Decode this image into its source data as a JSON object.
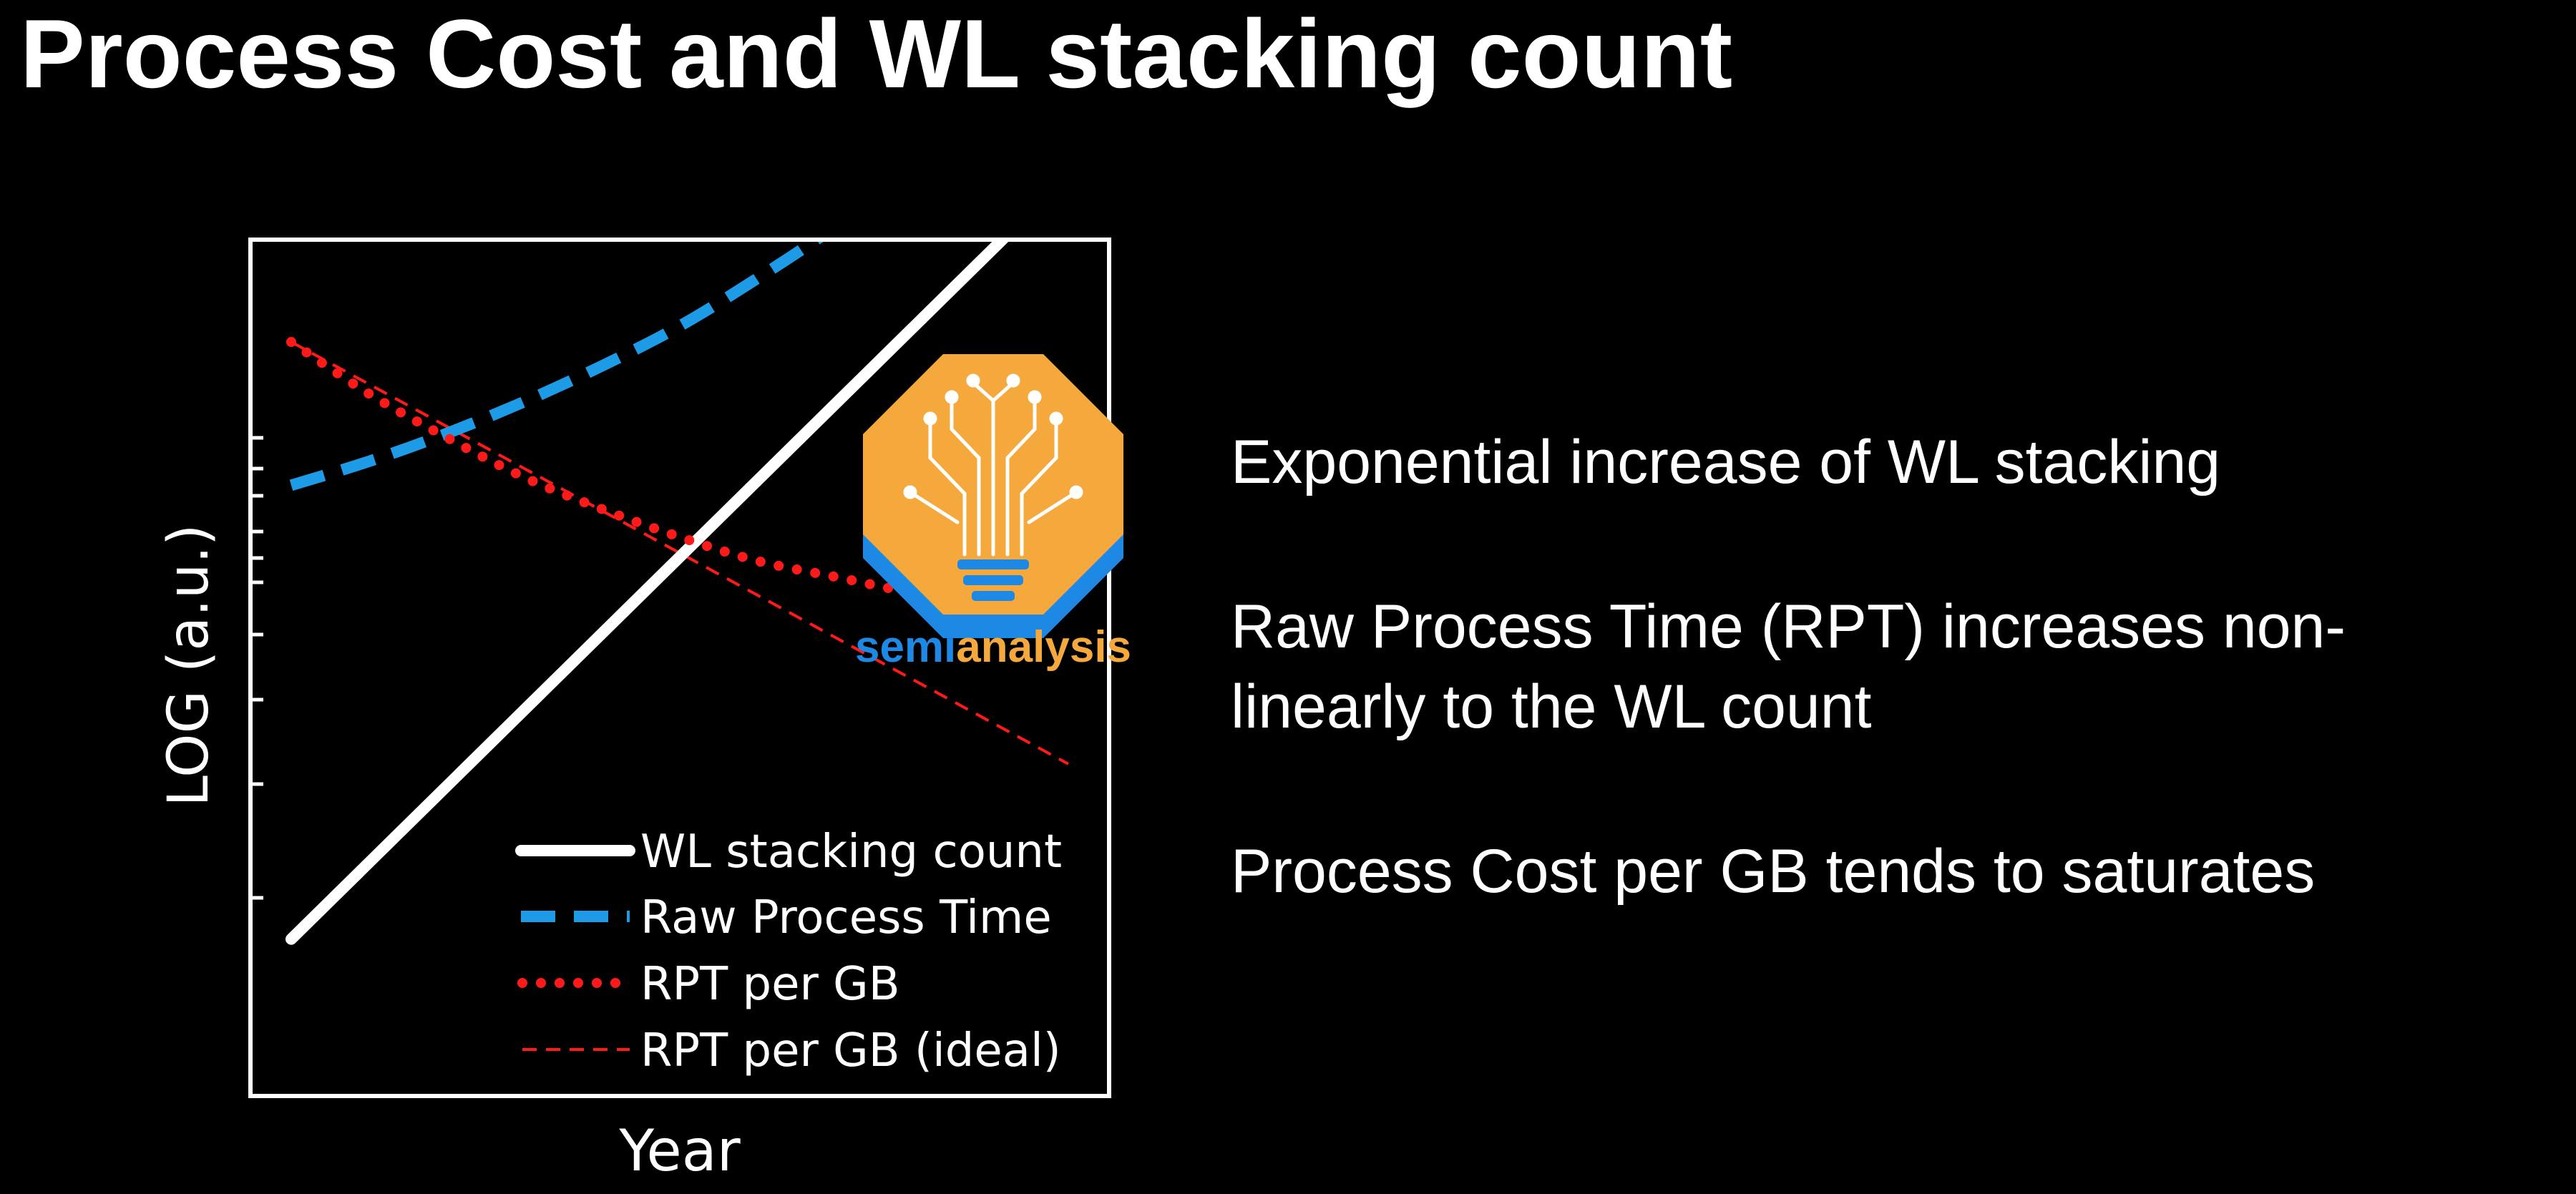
{
  "title": "Process Cost and WL stacking count",
  "bullets": [
    "Exponential increase of WL stacking",
    "Raw Process Time (RPT) increases non-linearly to the WL count",
    "Process Cost per GB tends to saturates"
  ],
  "watermark": {
    "text_a": "semi",
    "text_b": "analysis",
    "icon": "lightbulb-circuit-icon"
  },
  "colors": {
    "background": "#000000",
    "text": "#ffffff",
    "wl": "#ffffff",
    "raw": "#1e9be6",
    "rpt_gb": "#ff1a1a",
    "rpt_ideal": "#ff1a1a",
    "logo_orange": "#f5a93c",
    "logo_blue": "#1e88e5"
  },
  "chart_data": {
    "type": "line",
    "title": "",
    "xlabel": "Year",
    "ylabel": "LOG (a.u.)",
    "x_ticks": false,
    "y_ticks_unlabeled": true,
    "xlim": [
      0,
      100
    ],
    "ylim": [
      0,
      100
    ],
    "legend_position": "bottom-right",
    "series": [
      {
        "name": "WL stacking count",
        "style": "solid",
        "x": [
          0,
          100
        ],
        "y": [
          2,
          98
        ]
      },
      {
        "name": "Raw Process Time",
        "style": "dashed",
        "x": [
          0,
          10,
          20,
          30,
          40,
          50,
          60,
          70,
          80,
          90,
          95
        ],
        "y": [
          59,
          62,
          65.5,
          69.5,
          74,
          79,
          85,
          91.5,
          99,
          107,
          111
        ]
      },
      {
        "name": "RPT per GB",
        "style": "dotted",
        "x": [
          0,
          10,
          20,
          30,
          40,
          50,
          60,
          70,
          80,
          90,
          100
        ],
        "y": [
          77,
          70.5,
          65,
          60,
          56,
          52.5,
          49.5,
          47.5,
          45.5,
          44,
          43
        ]
      },
      {
        "name": "RPT per GB (ideal)",
        "style": "thin-dashed",
        "x": [
          0,
          100
        ],
        "y": [
          77,
          24
        ]
      }
    ]
  }
}
